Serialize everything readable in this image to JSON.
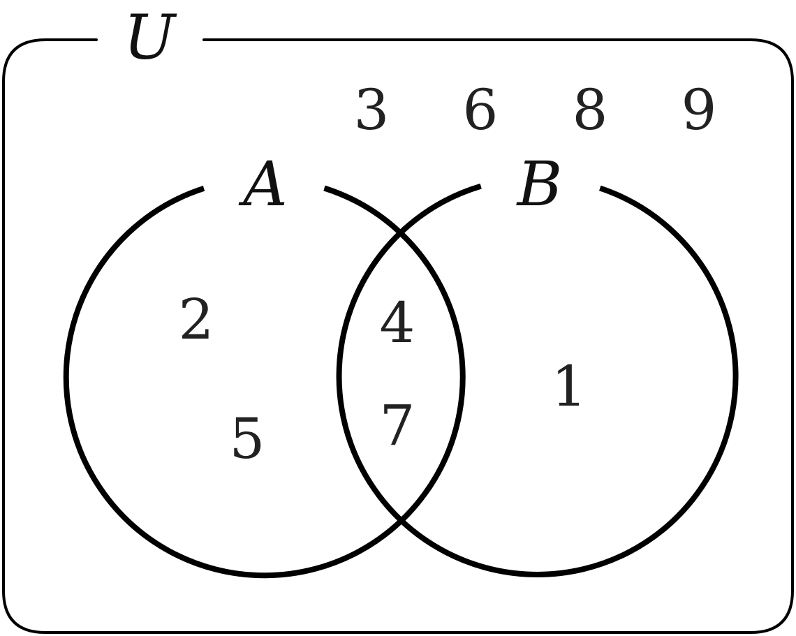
{
  "universe": {
    "label": "U",
    "outside_elements": [
      "3",
      "6",
      "8",
      "9"
    ]
  },
  "set_a": {
    "label": "A",
    "only_elements": [
      "2",
      "5"
    ]
  },
  "set_b": {
    "label": "B",
    "only_elements": [
      "1"
    ]
  },
  "intersection": {
    "elements": [
      "4",
      "7"
    ]
  },
  "colors": {
    "stroke": "#000000",
    "text": "#222222",
    "background": "#ffffff"
  }
}
